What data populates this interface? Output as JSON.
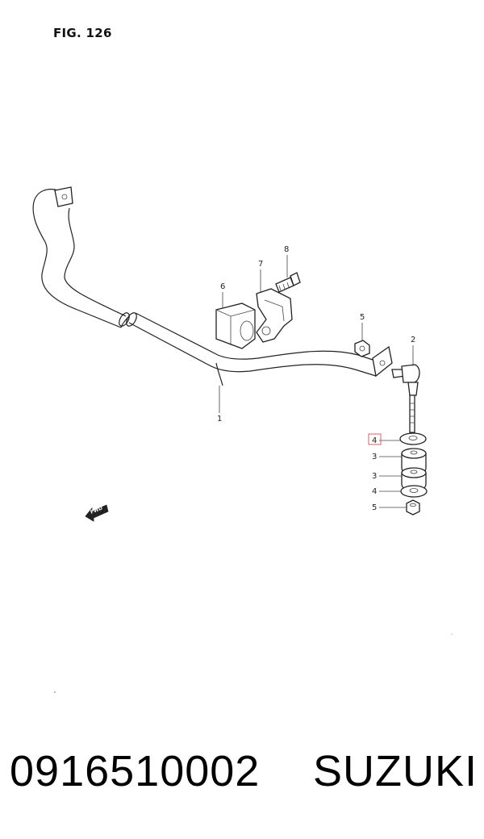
{
  "figure": {
    "title": "FIG. 126"
  },
  "callouts": {
    "c1": "1",
    "c2": "2",
    "c3a": "3",
    "c3b": "3",
    "c4a": "4",
    "c4b": "4",
    "c5a": "5",
    "c5b": "5",
    "c6": "6",
    "c7": "7",
    "c8": "8"
  },
  "direction_marker": "FWD",
  "highlight_color": "#e06060",
  "footer": {
    "part_number": "0916510002",
    "brand": "SUZUKI"
  }
}
